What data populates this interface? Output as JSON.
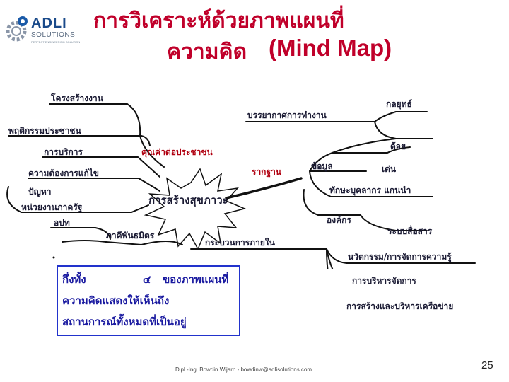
{
  "logo": {
    "word": "ADLI",
    "sub": "SOLUTIONS",
    "tagline": "PERFECT ENGINEERING SOLUTION"
  },
  "title": {
    "line1": "การวิเคราะห์ด้วยภาพแผนที่",
    "line2": "ความคิด",
    "line2_en": "(Mind Map)"
  },
  "mind_map": {
    "center": "การสร้างสุขภาวะ",
    "left": [
      "โครงสร้างงาน",
      "พฤติกรรมประชาชน",
      "การบริการ",
      "ความต้องการแก้ไข",
      "ปัญหา",
      "หน่วยงานภาครัฐ",
      "อปท",
      "ภาคีพันธมิตร"
    ],
    "center_links": [
      "คุณค่าต่อประชาชน",
      "รากฐาน"
    ],
    "right": [
      "บรรยากาศการทำงาน",
      "กลยุทธ์",
      "ด้อย",
      "ข้อมูล",
      "เด่น",
      "ทักษะบุคลากร แกนนำ",
      "องค์กร",
      "ระบบสื่อสาร",
      "กระบวนการภายใน",
      "นวัตกรรม/การจัดการความรู้",
      "การบริหารจัดการ",
      "การสร้างและบริหารเครือข่าย"
    ]
  },
  "summary": {
    "lines": [
      "กึ่งทั้ง",
      "๔",
      "ของภาพแผนที่",
      "ความคิดแสดงให้เห็นถึง",
      "สถานการณ์ทั้งหมดที่เป็นอยู่"
    ]
  },
  "footer": "Dipl.-Ing. Bowdin Wijarn - bowdinw@adlisolutions.com",
  "page_number": "25",
  "colors": {
    "title": "#c0002a",
    "summary_text": "#1a1aa0",
    "summary_border": "#2233cc"
  }
}
